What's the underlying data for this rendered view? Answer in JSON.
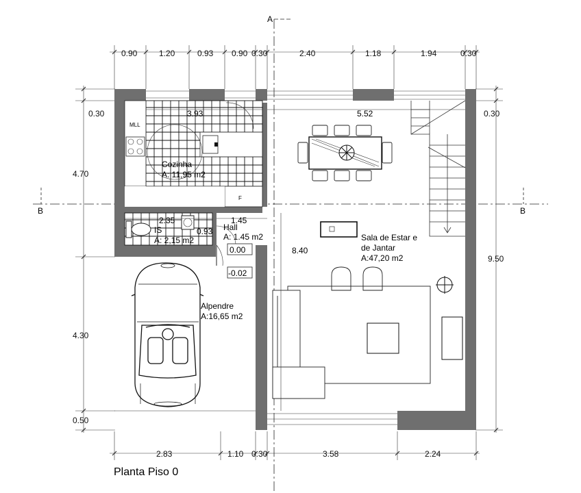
{
  "title": "Planta Piso 0",
  "section_marks": {
    "a_top": "A",
    "b_left": "B",
    "b_right": "B"
  },
  "dims_top": [
    "0.90",
    "1.20",
    "0.93",
    "0.90",
    "0.30",
    "2.40",
    "1.18",
    "1.94",
    "0.30"
  ],
  "dims_bottom": [
    "2.83",
    "1.10",
    "0.30",
    "3.58",
    "2.24"
  ],
  "dims_left": [
    "0.30",
    "4.70",
    "4.30",
    "0.50"
  ],
  "dims_right": [
    "0.30",
    "9.50"
  ],
  "dims_inner": {
    "kitchen_width": "3.93",
    "living_width": "5.52",
    "is_width": "2.35",
    "is_depth": "0.93",
    "hall_width": "1.45",
    "living_depth": "8.40"
  },
  "levels": {
    "hall": "0.00",
    "porch": "-0.02"
  },
  "rooms": {
    "kitchen": {
      "name": "Cozinha",
      "area": "A: 11,95 m2"
    },
    "is": {
      "name": "IS",
      "area": "A: 2,15 m2"
    },
    "hall": {
      "name": "Hall",
      "area": "A: 1.45 m2"
    },
    "living": {
      "name1": "Sala de Estar e",
      "name2": "de Jantar",
      "area": "A:47,20 m2"
    },
    "porch": {
      "name": "Alpendre",
      "area": "A:16,65 m2"
    }
  },
  "fixtures": {
    "mll": "MLL",
    "fridge": "F"
  }
}
